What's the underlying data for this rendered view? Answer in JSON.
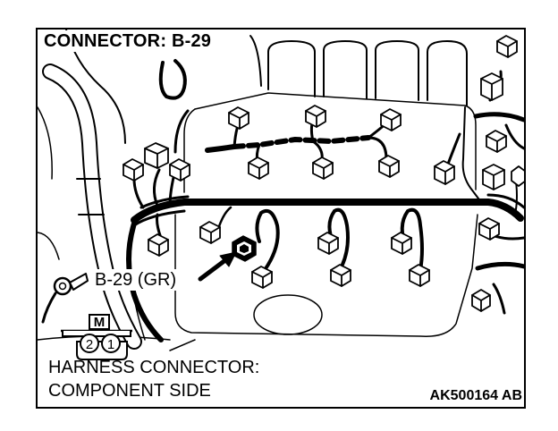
{
  "title": "CONNECTOR: B-29",
  "callout": "B-29 (GR)",
  "caption": {
    "line1": "HARNESS CONNECTOR:",
    "line2": "COMPONENT SIDE"
  },
  "code": "AK500164 AB",
  "terminal": {
    "key_label": "M",
    "pins": [
      "2",
      "1"
    ]
  }
}
